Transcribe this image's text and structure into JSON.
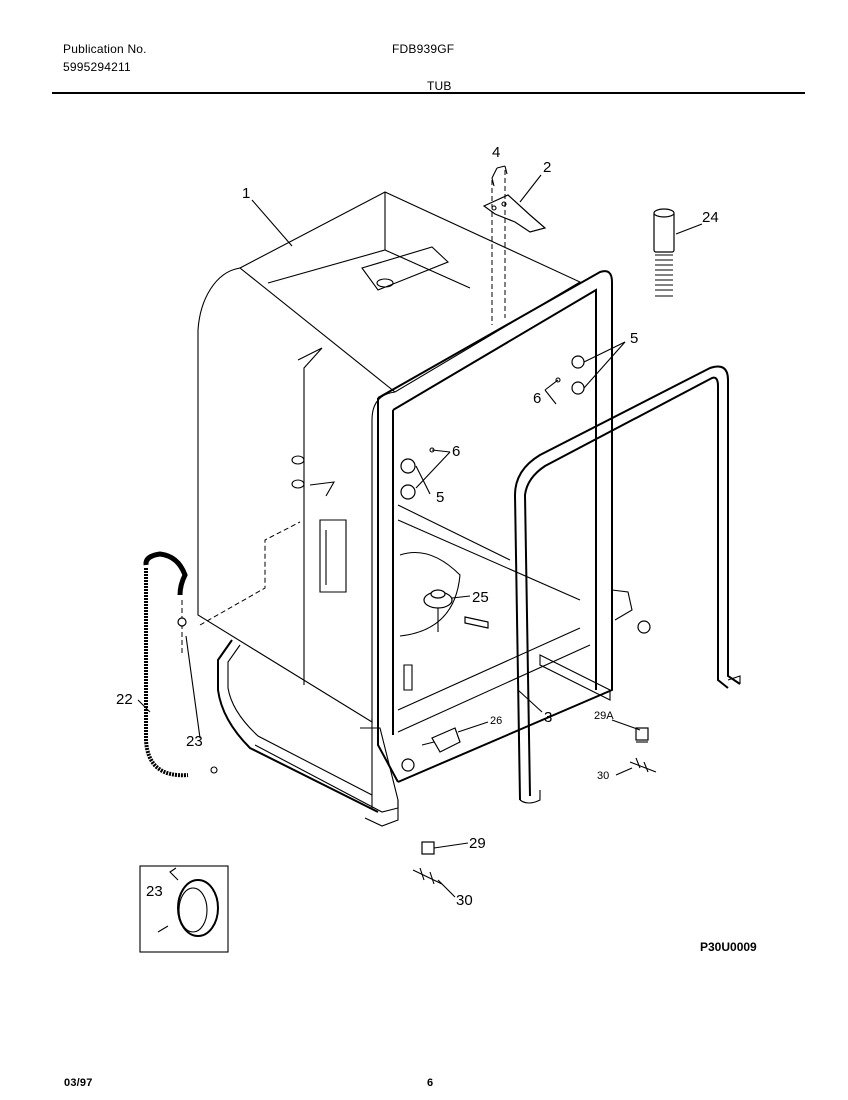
{
  "header": {
    "publication_label": "Publication No.",
    "publication_number": "5995294211",
    "model": "FDB939GF",
    "section": "TUB"
  },
  "footer": {
    "date": "03/97",
    "page": "6"
  },
  "figure_code": "P30U0009",
  "callouts": {
    "c1": "1",
    "c2": "2",
    "c3": "3",
    "c4": "4",
    "c5a": "5",
    "c5b": "5",
    "c6a": "6",
    "c6b": "6",
    "c22": "22",
    "c23a": "23",
    "c23b": "23",
    "c24": "24",
    "c25": "25",
    "c26": "26",
    "c29": "29",
    "c29a": "29A",
    "c30a": "30",
    "c30b": "30"
  }
}
